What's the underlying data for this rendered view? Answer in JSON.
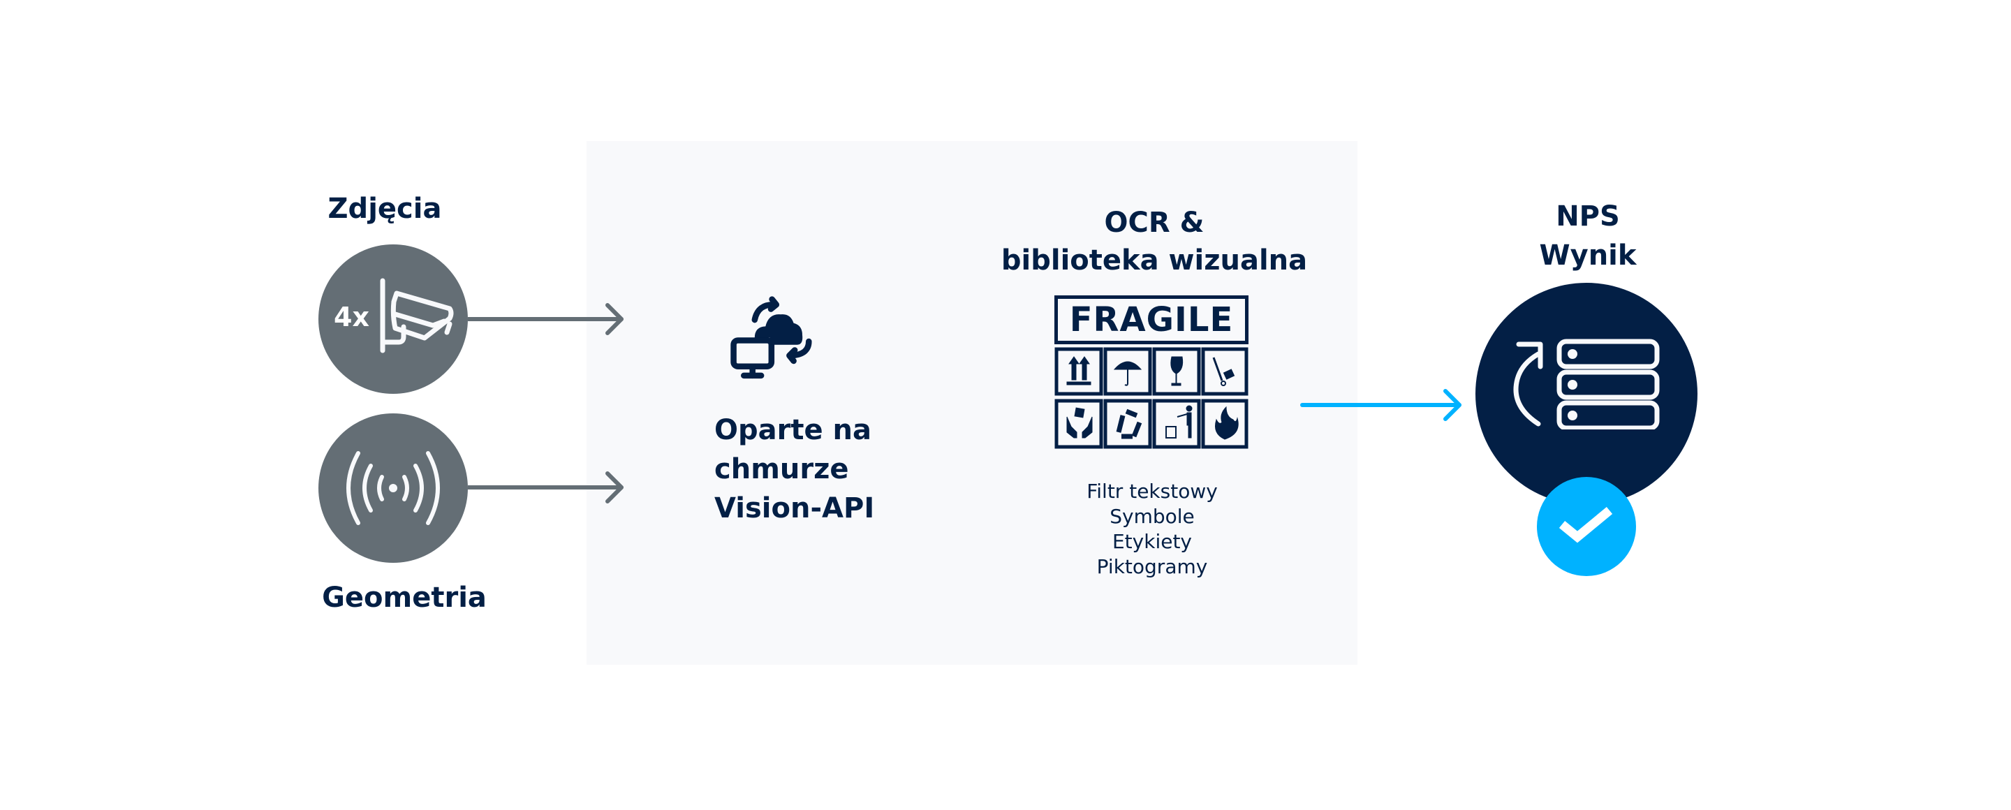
{
  "inputs": {
    "photos": {
      "title": "Zdjęcia",
      "badge": "4x",
      "icon": "security-camera-icon"
    },
    "geometry": {
      "title": "Geometria",
      "icon": "signal-waves-icon"
    }
  },
  "processing": {
    "cloud": {
      "lines": [
        "Oparte na",
        "chmurze",
        "Vision-API"
      ],
      "icon": "cloud-sync-icon"
    },
    "ocr": {
      "title_lines": [
        "OCR &",
        "biblioteka wizualna"
      ],
      "fragile_label": "FRAGILE",
      "symbols": [
        "this-way-up",
        "keep-dry",
        "fragile-glass",
        "hand-truck",
        "handle-with-care",
        "recycle",
        "dispose-properly",
        "flammable"
      ],
      "features": [
        "Filtr tekstowy",
        "Symbole",
        "Etykiety",
        "Piktogramy"
      ]
    }
  },
  "output": {
    "title_lines": [
      "NPS",
      "Wynik"
    ],
    "icon": "server-refresh-icon",
    "status_icon": "check-icon"
  },
  "colors": {
    "navy": "#031f45",
    "gray": "#646e75",
    "accent": "#00b2ff",
    "panel": "#f8f9fb"
  }
}
